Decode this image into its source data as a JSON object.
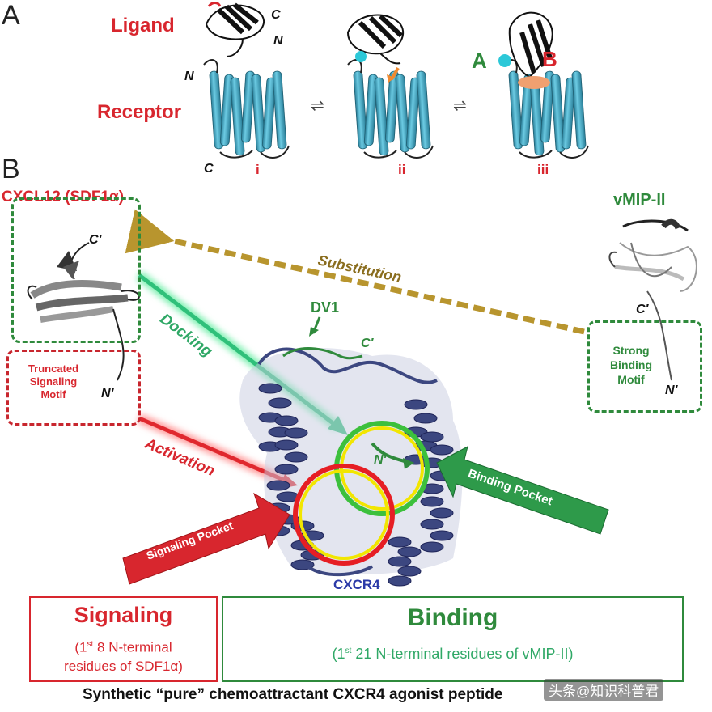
{
  "panel_a": {
    "letter": "A",
    "ligand_label": "Ligand",
    "receptor_label": "Receptor",
    "terminus_c": "C",
    "terminus_n": "N",
    "states": [
      "i",
      "ii",
      "iii"
    ],
    "equilibrium_symbol": "⇌",
    "site_a": "A",
    "site_b": "B"
  },
  "panel_b": {
    "letter": "B",
    "cxcl12_label": "CXCL12 (SDF1α)",
    "vmip_label": "vMIP-II",
    "c_prime": "C′",
    "n_prime": "N′",
    "truncated_motif": [
      "Truncated",
      "Signaling",
      "Motif"
    ],
    "strong_motif": [
      "Strong",
      "Binding",
      "Motif"
    ],
    "arrows": {
      "substitution": "Substitution",
      "docking": "Docking",
      "activation": "Activation",
      "binding_pocket": "Binding Pocket",
      "signaling_pocket": "Signaling Pocket"
    },
    "dv1_label": "DV1",
    "receptor_name": "CXCR4"
  },
  "bottom": {
    "signaling_title": "Signaling",
    "signaling_sub_1": "(1",
    "signaling_sup": "st",
    "signaling_sub_2": " 8 N-terminal",
    "signaling_sub_3": "residues of SDF1α)",
    "binding_title": "Binding",
    "binding_sub_1": "(1",
    "binding_sup": "st",
    "binding_sub_2": " 21 N-terminal residues of vMIP-II)",
    "caption": "Synthetic “pure” chemoattractant CXCR4 agonist peptide",
    "watermark": "头条@知识科普君"
  },
  "colors": {
    "helix": "#46b3cf",
    "helix_dark": "#2a7f99",
    "receptor_ribbon": "#3c4780",
    "red": "#d8262e",
    "green": "#2f8a3c",
    "docking_green": "#2fc07a",
    "substitution_gold": "#b8952e",
    "yellow": "#f2e600"
  },
  "icons": [
    "ligand-ribbon-icon",
    "receptor-helix-icon",
    "chemokine-ribbon-icon",
    "cxcr4-ribbon-icon"
  ]
}
